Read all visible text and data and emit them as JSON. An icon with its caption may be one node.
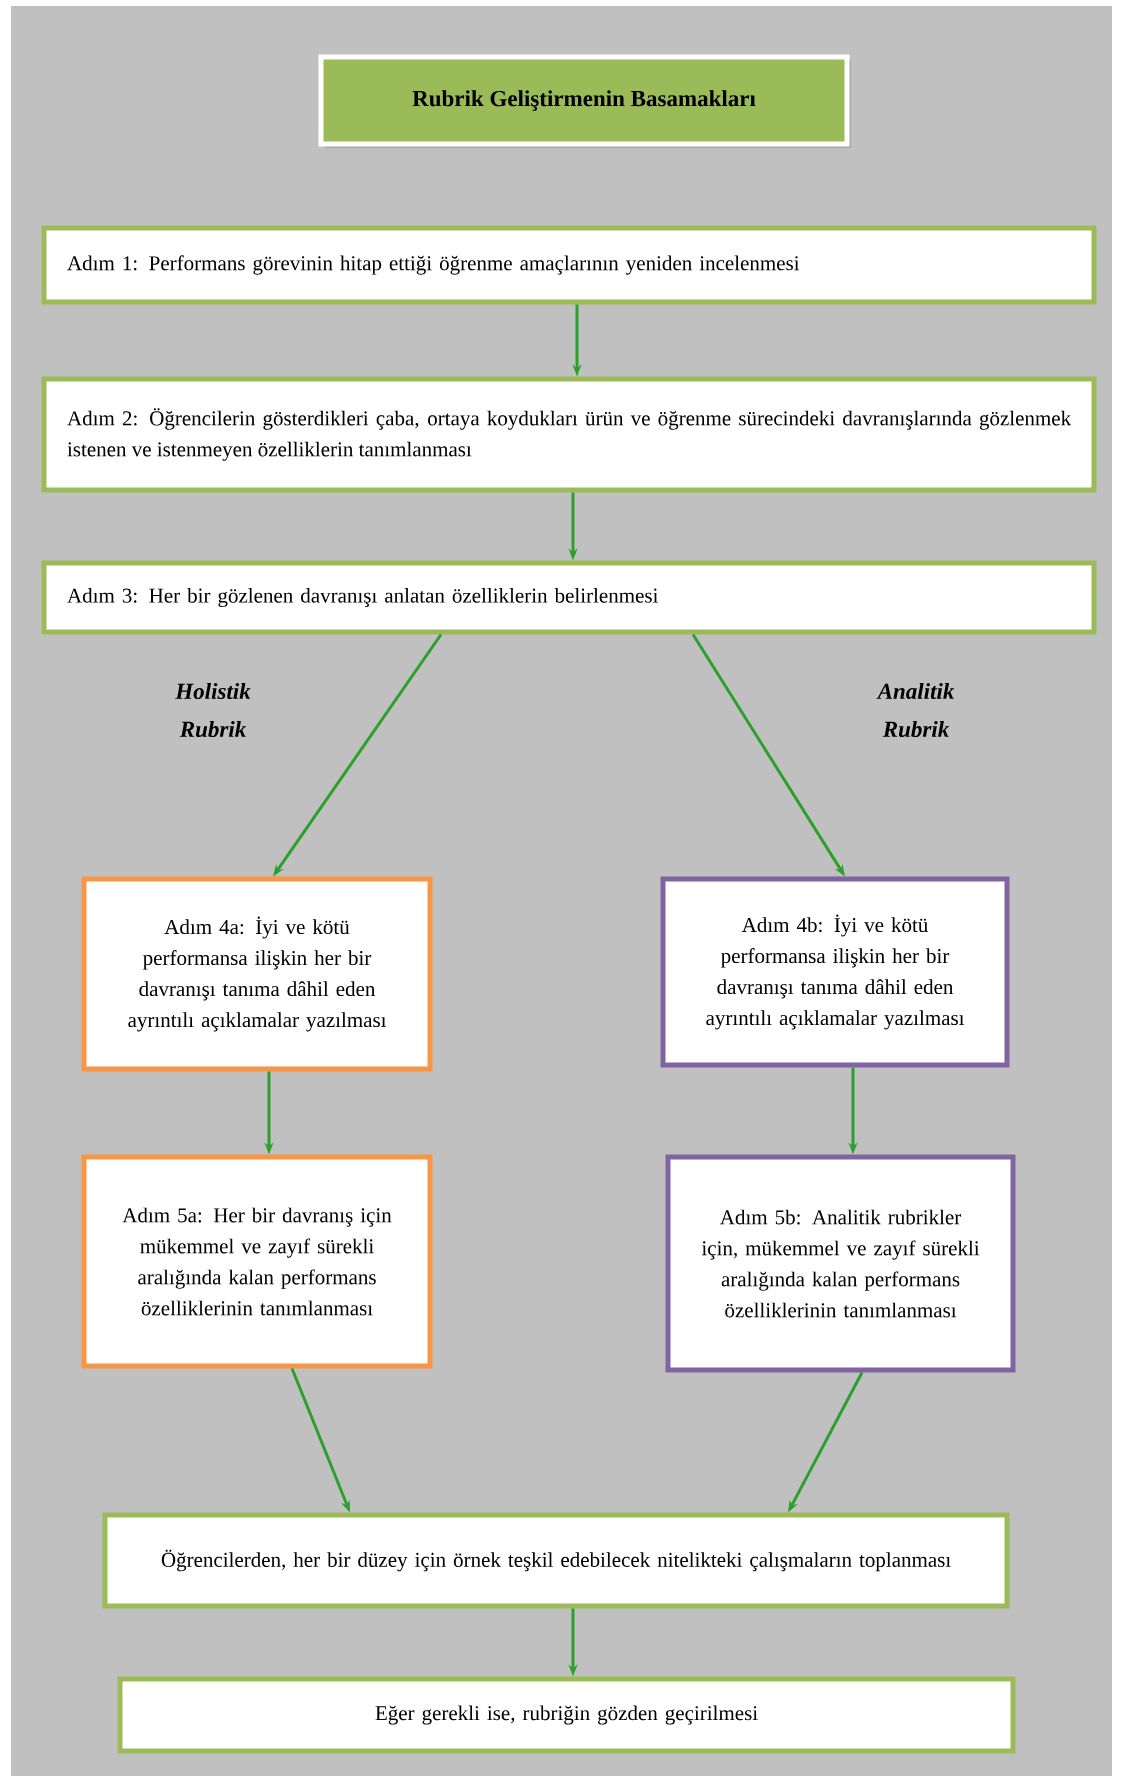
{
  "diagram": {
    "title": "Rubrik Geliştirmenin Basamakları",
    "nodes": [
      {
        "text": [
          "Adım 1: Performans görevinin hitap ettiği öğrenme amaçlarının yeniden incelenmesi"
        ]
      },
      {
        "text": [
          "Adım 2: Öğrencilerin gösterdikleri çaba, ortaya koydukları ürün ve öğrenme sürecindeki davranışlarında gözlenmek istenen ve istenmeyen özelliklerin tanımlanması"
        ]
      },
      {
        "text": [
          "Adım 3: Her bir gözlenen davranışı anlatan özelliklerin belirlenmesi"
        ]
      },
      {
        "text": [
          "Adım 4a: İyi ve kötü performansa ilişkin her bir davranışı tanıma dâhil eden ayrıntılı açıklamalar yazılması"
        ]
      },
      {
        "text": [
          "Adım 4b: İyi ve kötü performansa ilişkin her bir davranışı tanıma dâhil eden ayrıntılı açıklamalar yazılması"
        ]
      },
      {
        "text": [
          "Adım 5a: Her bir davranış için mükemmel ve zayıf sürekli aralığında kalan performans özelliklerinin tanımlanması"
        ]
      },
      {
        "text": [
          "Adım 5b: Analitik rubrikler için,  mükemmel ve zayıf sürekli aralığında kalan performans özelliklerinin tanımlanması"
        ]
      },
      {
        "text": [
          "Öğrencilerden, her bir düzey için örnek teşkil edebilecek nitelikteki çalışmaların toplanması"
        ]
      },
      {
        "text": [
          "Eğer gerekli ise, rubriğin gözden geçirilmesi"
        ]
      }
    ],
    "edges": [
      {
        "from": 0,
        "to": 1,
        "arrow": "to"
      },
      {
        "from": 1,
        "to": 2,
        "arrow": "to"
      },
      {
        "from": 2,
        "to": 3,
        "arrow": "to"
      },
      {
        "from": 2,
        "to": 4,
        "arrow": "to"
      },
      {
        "from": 3,
        "to": 5,
        "arrow": "to"
      },
      {
        "from": 4,
        "to": 6,
        "arrow": "to"
      },
      {
        "from": 5,
        "to": 7,
        "arrow": "to"
      },
      {
        "from": 6,
        "to": 7,
        "arrow": "to"
      },
      {
        "from": 7,
        "to": 8,
        "arrow": "to"
      }
    ],
    "labels": [
      "Holistik Rubrik",
      "Analitik Rubrik"
    ]
  }
}
